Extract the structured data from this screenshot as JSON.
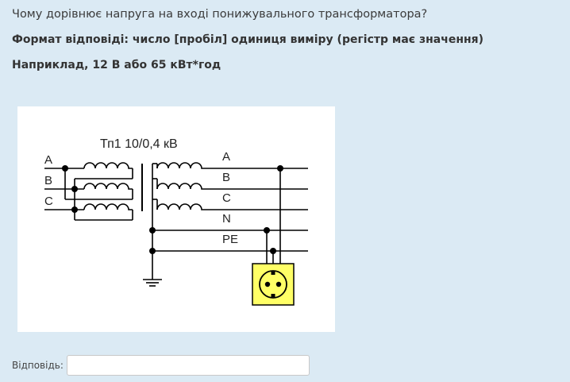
{
  "question": {
    "text": "Чому дорівнює напруга на вході понижувального трансформатора?",
    "format": "Формат відповіді: число [пробіл] одиниця виміру (регістр має значення)",
    "example": "Наприклад, 12 В або 65 кВт*год"
  },
  "diagram": {
    "title": "Тп1  10/0,4 кВ",
    "input_labels": [
      "A",
      "B",
      "C"
    ],
    "output_labels": [
      "A",
      "B",
      "C",
      "N",
      "PE"
    ]
  },
  "answer": {
    "label": "Відповідь:",
    "value": "",
    "placeholder": ""
  }
}
